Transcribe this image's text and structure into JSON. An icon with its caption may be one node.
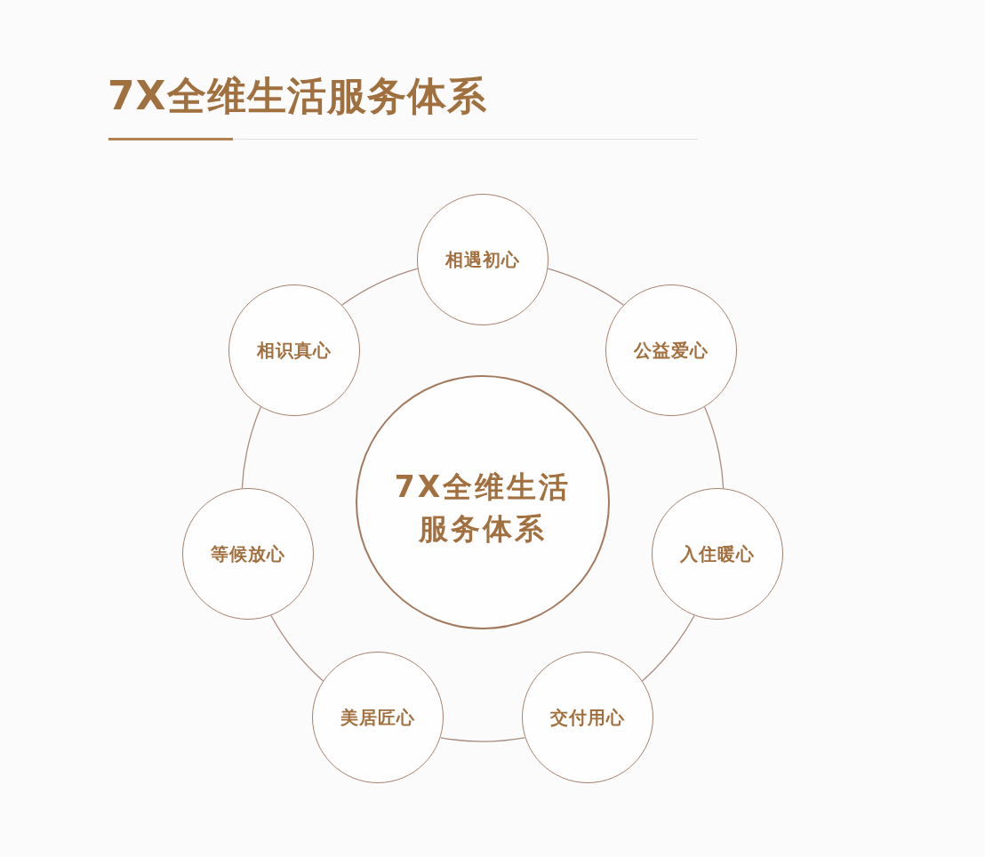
{
  "diagram": {
    "title": "7X全维生活服务体系",
    "nodes": [
      {
        "text": [
          "7X全维生活服务体系"
        ]
      },
      {
        "text": [
          "相遇初心"
        ]
      },
      {
        "text": [
          "公益爱心"
        ]
      },
      {
        "text": [
          "入住暖心"
        ]
      },
      {
        "text": [
          "交付用心"
        ]
      },
      {
        "text": [
          "美居匠心"
        ]
      },
      {
        "text": [
          "等候放心"
        ]
      },
      {
        "text": [
          "相识真心"
        ]
      }
    ],
    "edges": [
      {
        "from": 1,
        "to": 2,
        "arrow": "none"
      },
      {
        "from": 2,
        "to": 3,
        "arrow": "none"
      },
      {
        "from": 3,
        "to": 4,
        "arrow": "none"
      },
      {
        "from": 4,
        "to": 5,
        "arrow": "none"
      },
      {
        "from": 5,
        "to": 6,
        "arrow": "none"
      },
      {
        "from": 6,
        "to": 7,
        "arrow": "none"
      },
      {
        "from": 7,
        "to": 1,
        "arrow": "none"
      }
    ]
  }
}
